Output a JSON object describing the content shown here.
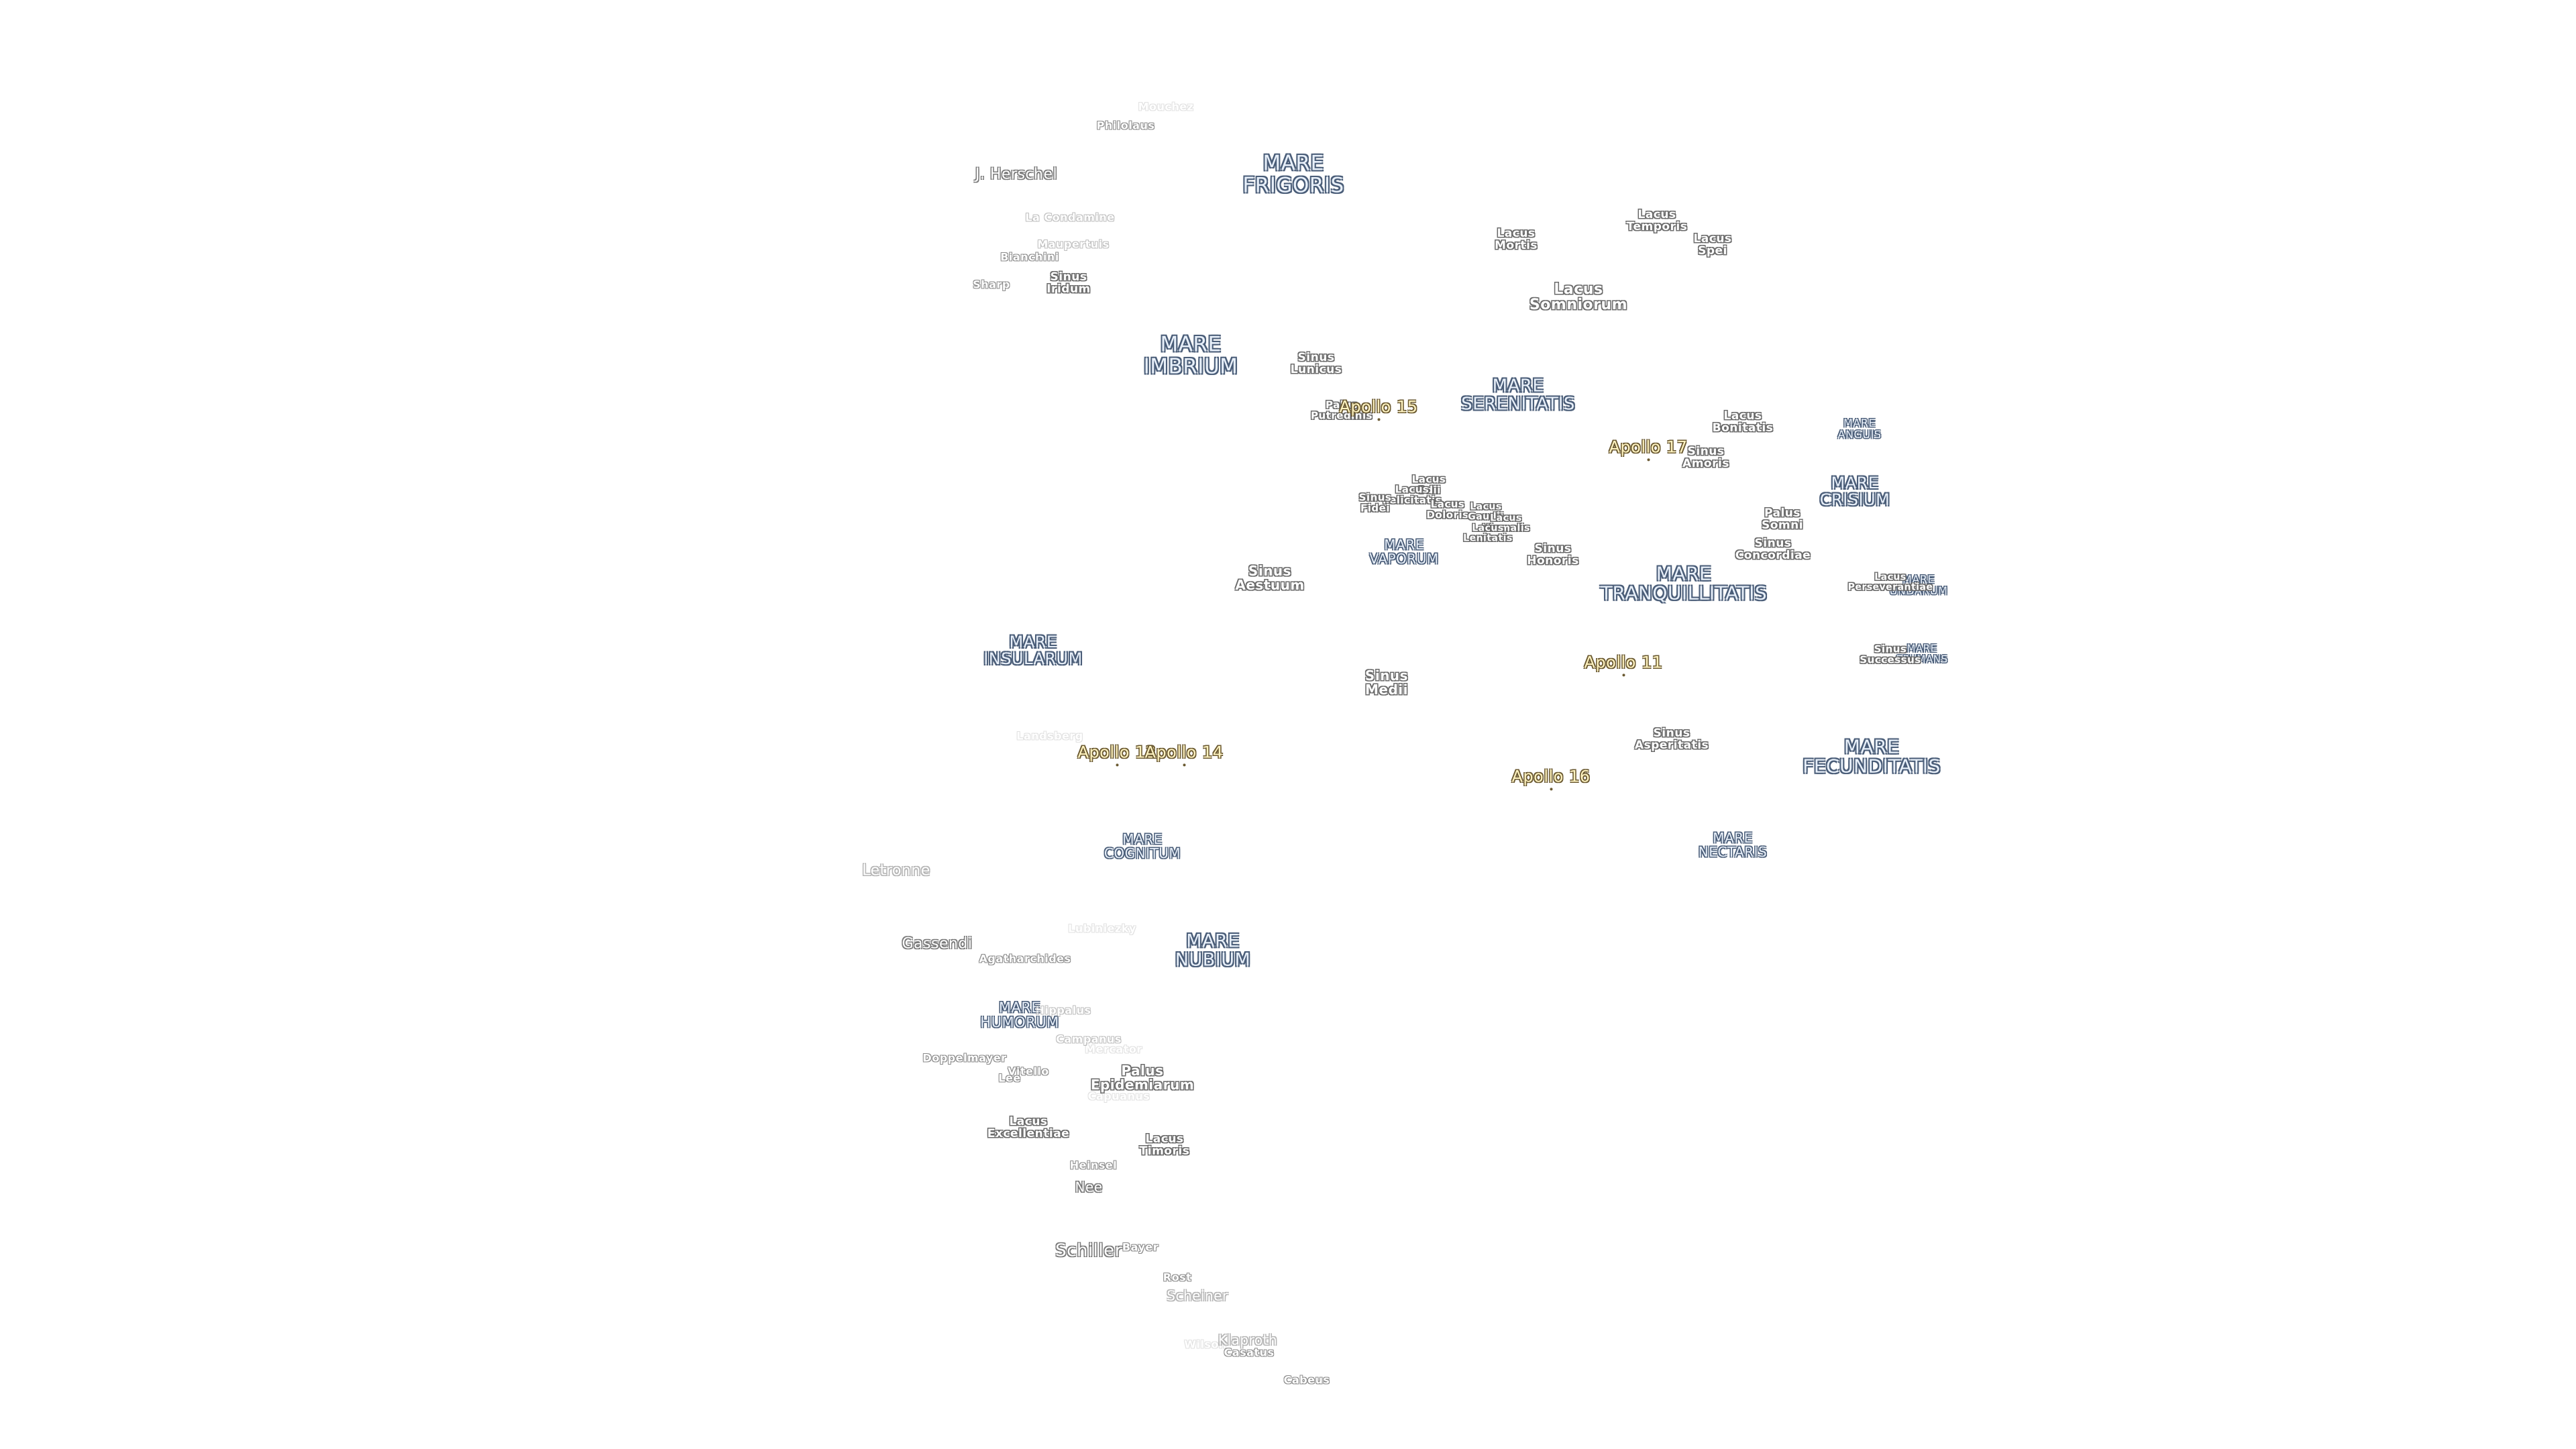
{
  "map": {
    "maria": {
      "frigoris": "MARE\nFRIGORIS",
      "imbrium": "MARE\nIMBRIUM",
      "serenitatis": "MARE\nSERENITATIS",
      "vaporum": "MARE\nVAPORUM",
      "tranquillitatis": "MARE\nTRANQUILLITATIS",
      "crisium": "MARE\nCRISIUM",
      "anguis": "MARE\nANGUIS",
      "undarum": "MARE\nUNDARUM",
      "spumans": "MARE\nSPUMANS",
      "insularum": "MARE\nINSULARUM",
      "fecunditatis": "MARE\nFECUNDITATIS",
      "cognitum": "MARE\nCOGNITUM",
      "nectaris": "MARE\nNECTARIS",
      "nubium": "MARE\nNUBIUM",
      "humorum": "MARE\nHUMORUM"
    },
    "features": {
      "lacus_mortis": "Lacus\nMortis",
      "lacus_temporis": "Lacus\nTemporis",
      "lacus_spei": "Lacus\nSpei",
      "lacus_somniorum": "Lacus\nSomniorum",
      "sinus_iridum": "Sinus\nIridum",
      "sinus_lunicus": "Sinus\nLunicus",
      "palus_putredinis": "Palus\nPutredinis",
      "lacus_bonitatis": "Lacus\nBonitatis",
      "sinus_amoris": "Sinus\nAmoris",
      "lacus_odii": "Lacus\nOdii",
      "lacus_felicitatis": "Lacus\nFelicitatis",
      "sinus_fidei": "Sinus\nFidei",
      "lacus_doloris": "Lacus\nDoloris",
      "lacus_gaudii": "Lacus\nGaudii",
      "lacus_hiemalis": "Lacus\nHiemalis",
      "lacus_lenitatis": "Lacus\nLenitatis",
      "sinus_honoris": "Sinus\nHonoris",
      "palus_somni": "Palus\nSomni",
      "sinus_concordiae": "Sinus\nConcordiae",
      "lacus_perseverantiae": "Lacus\nPerseverantiae",
      "sinus_aestuum": "Sinus\nAestuum",
      "sinus_medii": "Sinus\nMedii",
      "sinus_successus": "Sinus\nSuccessus",
      "sinus_asperitatis": "Sinus\nAsperitatis",
      "palus_epidemiarum": "Palus\nEpidemiarum",
      "lacus_excellentiae": "Lacus\nExcellentiae",
      "lacus_timoris": "Lacus\nTimoris"
    },
    "craters": {
      "mouchez": "Mouchez",
      "philolaus": "Philolaus",
      "j_herschel": "J. Herschel",
      "la_condamine": "La Condamine",
      "maupertuis": "Maupertuis",
      "bianchini": "Bianchini",
      "sharp": "Sharp",
      "landsberg": "Landsberg",
      "letronne": "Letronne",
      "gassendi": "Gassendi",
      "agatharchides": "Agatharchides",
      "lubiniezky": "Lubiniezky",
      "hippalus": "Hippalus",
      "campanus": "Campanus",
      "mercator": "Mercator",
      "doppelmayer": "Doppelmayer",
      "vitello": "Vitello",
      "lee": "Lee",
      "capuanus": "Capuanus",
      "heinsel": "Heinsel",
      "nee": "Nee",
      "schiller": "Schiller",
      "bayer": "Bayer",
      "rost": "Rost",
      "scheiner": "Scheiner",
      "wilson": "Wilson",
      "klaproth": "Klaproth",
      "casatus": "Casatus",
      "cabeus": "Cabeus"
    },
    "apollo": {
      "a15": "Apollo 15",
      "a17": "Apollo 17",
      "a11": "Apollo 11",
      "a12": "Apollo 12",
      "a14": "Apollo 14",
      "a16": "Apollo 16"
    }
  }
}
